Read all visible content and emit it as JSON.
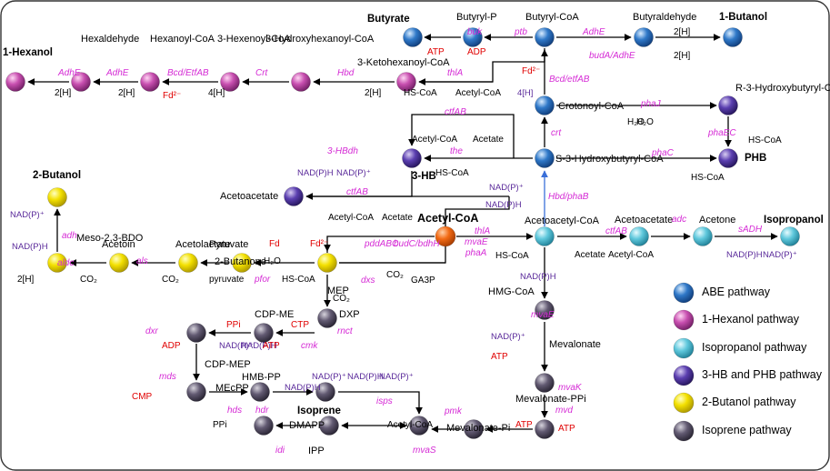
{
  "gradients": {
    "abe": [
      "#d8ecff",
      "#2f78c8",
      "#0f3b78"
    ],
    "hex": [
      "#ffd6f3",
      "#c84fb0",
      "#6e1d62"
    ],
    "iso": [
      "#e6fbff",
      "#5fc8dc",
      "#1d7d94"
    ],
    "hb": [
      "#d7ccf2",
      "#5b3fb0",
      "#241459"
    ],
    "but": [
      "#ffffc2",
      "#f3e000",
      "#a89400"
    ],
    "ip": [
      "#d6d3dc",
      "#625a72",
      "#262230"
    ],
    "ac": [
      "#ffd0a8",
      "#f26a14",
      "#a23a00"
    ]
  },
  "legend": [
    {
      "label": "ABE pathway",
      "color": "abe"
    },
    {
      "label": "1-Hexanol pathway",
      "color": "hex"
    },
    {
      "label": "Isopropanol pathway",
      "color": "iso"
    },
    {
      "label": "3-HB and PHB pathway",
      "color": "hb"
    },
    {
      "label": "2-Butanol pathway",
      "color": "but"
    },
    {
      "label": "Isoprene pathway",
      "color": "ip"
    }
  ],
  "nodes": [
    {
      "name": "butyrate",
      "color": "abe"
    },
    {
      "name": "butyryl-p",
      "color": "abe"
    },
    {
      "name": "butyryl-coa",
      "color": "abe"
    },
    {
      "name": "butyraldehyde",
      "color": "abe"
    },
    {
      "name": "1-butanol",
      "color": "abe"
    },
    {
      "name": "crotonoyl-coa",
      "color": "abe"
    },
    {
      "name": "s3hb-coa",
      "color": "abe"
    },
    {
      "name": "3-ketohexanoyl-coa",
      "color": "hex"
    },
    {
      "name": "3-hydroxyhexanoyl-coa",
      "color": "hex"
    },
    {
      "name": "3-hexenoyl-coa",
      "color": "hex"
    },
    {
      "name": "hexanoyl-coa",
      "color": "hex"
    },
    {
      "name": "hexaldehyde",
      "color": "hex"
    },
    {
      "name": "1-hexanol",
      "color": "hex"
    },
    {
      "name": "r3hb-coa",
      "color": "hb"
    },
    {
      "name": "phb",
      "color": "hb"
    },
    {
      "name": "3-hb",
      "color": "hb"
    },
    {
      "name": "acetoacetate-left",
      "color": "hb"
    },
    {
      "name": "acetoacetyl-coa",
      "color": "iso"
    },
    {
      "name": "acetoacetate-right",
      "color": "iso"
    },
    {
      "name": "acetone",
      "color": "iso"
    },
    {
      "name": "isopropanol",
      "color": "iso"
    },
    {
      "name": "acetyl-coa",
      "color": "ac"
    },
    {
      "name": "pyruvate",
      "color": "but"
    },
    {
      "name": "acetolactate",
      "color": "but"
    },
    {
      "name": "acetoin",
      "color": "but"
    },
    {
      "name": "meso-bdo",
      "color": "but"
    },
    {
      "name": "2-butanone",
      "color": "but"
    },
    {
      "name": "2-butanol",
      "color": "but"
    },
    {
      "name": "dxp",
      "color": "ip"
    },
    {
      "name": "mep",
      "color": "ip"
    },
    {
      "name": "cdp-me",
      "color": "ip"
    },
    {
      "name": "cdp-mep",
      "color": "ip"
    },
    {
      "name": "mecpp",
      "color": "ip"
    },
    {
      "name": "hmb-pp",
      "color": "ip"
    },
    {
      "name": "ipp",
      "color": "ip"
    },
    {
      "name": "dmapp",
      "color": "ip"
    },
    {
      "name": "isoprene",
      "color": "ip"
    },
    {
      "name": "hmg-coa",
      "color": "ip"
    },
    {
      "name": "mevalonate",
      "color": "ip"
    },
    {
      "name": "mevalonate-pi",
      "color": "ip"
    },
    {
      "name": "mevalonate-ppi",
      "color": "ip"
    }
  ],
  "labels": [
    {
      "t": "Butyrate",
      "c": "lbl bold"
    },
    {
      "t": "Butyryl-P",
      "c": "lbl"
    },
    {
      "t": "Butyryl-CoA",
      "c": "lbl"
    },
    {
      "t": "Butyraldehyde",
      "c": "lbl"
    },
    {
      "t": "1-Butanol",
      "c": "lbl bold"
    },
    {
      "t": "ptb",
      "c": "lbl enz"
    },
    {
      "t": "buk",
      "c": "lbl enz"
    },
    {
      "t": "ATP",
      "c": "lbl red"
    },
    {
      "t": "ADP",
      "c": "lbl red"
    },
    {
      "t": "AdhE",
      "c": "lbl enz"
    },
    {
      "t": "2[H]",
      "c": "lbl sm"
    },
    {
      "t": "budA/AdhE",
      "c": "lbl enz"
    },
    {
      "t": "2[H]",
      "c": "lbl sm"
    },
    {
      "t": "1-Hexanol",
      "c": "lbl bold"
    },
    {
      "t": "Hexaldehyde",
      "c": "lbl"
    },
    {
      "t": "Hexanoyl-CoA",
      "c": "lbl"
    },
    {
      "t": "3-Hexenoyl-CoA",
      "c": "lbl"
    },
    {
      "t": "3-Hydroxyhexanoyl-CoA",
      "c": "lbl"
    },
    {
      "t": "3-Ketohexanoyl-CoA",
      "c": "lbl"
    },
    {
      "t": "AdhE",
      "c": "lbl enz"
    },
    {
      "t": "AdhE",
      "c": "lbl enz"
    },
    {
      "t": "Bcd/EtfAB",
      "c": "lbl enz"
    },
    {
      "t": "Crt",
      "c": "lbl enz"
    },
    {
      "t": "Hbd",
      "c": "lbl enz"
    },
    {
      "t": "thlA",
      "c": "lbl enz"
    },
    {
      "t": "2[H]",
      "c": "lbl sm"
    },
    {
      "t": "2[H]",
      "c": "lbl sm"
    },
    {
      "t": "Fd²⁻",
      "c": "lbl red"
    },
    {
      "t": "4[H]",
      "c": "lbl sm"
    },
    {
      "t": "2[H]",
      "c": "lbl sm"
    },
    {
      "t": "HS-CoA",
      "c": "lbl sm"
    },
    {
      "t": "Acetyl-CoA",
      "c": "lbl sm"
    },
    {
      "t": "Fd²⁻",
      "c": "lbl red"
    },
    {
      "t": "4[H]",
      "c": "lbl pur"
    },
    {
      "t": "Bcd/etfAB",
      "c": "lbl enz"
    },
    {
      "t": "Crotonoyl-CoA",
      "c": "lbl"
    },
    {
      "t": "H₂O",
      "c": "lbl sm"
    },
    {
      "t": "crt",
      "c": "lbl enz"
    },
    {
      "t": "phaJ",
      "c": "lbl enz"
    },
    {
      "t": "R-3-Hydroxybutyryl-CoA",
      "c": "lbl"
    },
    {
      "t": "H₂O",
      "c": "lbl sm"
    },
    {
      "t": "phaEC",
      "c": "lbl enz"
    },
    {
      "t": "HS-CoA",
      "c": "lbl sm"
    },
    {
      "t": "PHB",
      "c": "lbl bold"
    },
    {
      "t": "S-3-Hydroxybutyryl-CoA",
      "c": "lbl"
    },
    {
      "t": "phaC",
      "c": "lbl enz"
    },
    {
      "t": "HS-CoA",
      "c": "lbl sm"
    },
    {
      "t": "ctfAB",
      "c": "lbl enz"
    },
    {
      "t": "Acetyl-CoA",
      "c": "lbl sm"
    },
    {
      "t": "Acetate",
      "c": "lbl sm"
    },
    {
      "t": "3-HBdh",
      "c": "lbl enz"
    },
    {
      "t": "NAD(P)H",
      "c": "lbl pur"
    },
    {
      "t": "NAD(P)⁺",
      "c": "lbl pur"
    },
    {
      "t": "3-HB",
      "c": "lbl bold"
    },
    {
      "t": "the",
      "c": "lbl enz"
    },
    {
      "t": "HS-CoA",
      "c": "lbl sm"
    },
    {
      "t": "Acetoacetate",
      "c": "lbl"
    },
    {
      "t": "ctfAB",
      "c": "lbl enz"
    },
    {
      "t": "Acetyl-CoA",
      "c": "lbl sm"
    },
    {
      "t": "Acetate",
      "c": "lbl sm"
    },
    {
      "t": "NAD(P)⁺",
      "c": "lbl pur"
    },
    {
      "t": "NAD(P)H",
      "c": "lbl pur"
    },
    {
      "t": "Hbd/phaB",
      "c": "lbl enz"
    },
    {
      "t": "Acetyl-CoA",
      "c": "lbl bold big"
    },
    {
      "t": "thlA",
      "c": "lbl enz"
    },
    {
      "t": "Acetoacetyl-CoA",
      "c": "lbl"
    },
    {
      "t": "mvaE",
      "c": "lbl enz"
    },
    {
      "t": "phaA",
      "c": "lbl enz"
    },
    {
      "t": "HS-CoA",
      "c": "lbl sm"
    },
    {
      "t": "ctfAB",
      "c": "lbl enz"
    },
    {
      "t": "Acetate",
      "c": "lbl sm"
    },
    {
      "t": "Acetyl-CoA",
      "c": "lbl sm"
    },
    {
      "t": "Acetoacetate",
      "c": "lbl"
    },
    {
      "t": "adc",
      "c": "lbl enz"
    },
    {
      "t": "Acetone",
      "c": "lbl"
    },
    {
      "t": "sADH",
      "c": "lbl enz"
    },
    {
      "t": "Isopropanol",
      "c": "lbl bold"
    },
    {
      "t": "NAD(P)H",
      "c": "lbl pur"
    },
    {
      "t": "NAD(P)⁺",
      "c": "lbl pur"
    },
    {
      "t": "2-Butanol",
      "c": "lbl bold"
    },
    {
      "t": "NAD(P)⁺",
      "c": "lbl pur"
    },
    {
      "t": "adh",
      "c": "lbl enz"
    },
    {
      "t": "NAD(P)H",
      "c": "lbl pur"
    },
    {
      "t": "Meso-2,3-BDO",
      "c": "lbl"
    },
    {
      "t": "Acetoin",
      "c": "lbl"
    },
    {
      "t": "Acetolactate",
      "c": "lbl"
    },
    {
      "t": "Pyruvate",
      "c": "lbl"
    },
    {
      "t": "Fd",
      "c": "lbl red"
    },
    {
      "t": "Fd²⁻",
      "c": "lbl red"
    },
    {
      "t": "pddABC",
      "c": "lbl enz"
    },
    {
      "t": "budC/bdhH",
      "c": "lbl enz"
    },
    {
      "t": "aldc",
      "c": "lbl enz"
    },
    {
      "t": "als",
      "c": "lbl enz"
    },
    {
      "t": "2-Butanone",
      "c": "lbl"
    },
    {
      "t": "H₂O",
      "c": "lbl sm"
    },
    {
      "t": "2[H]",
      "c": "lbl sm"
    },
    {
      "t": "CO₂",
      "c": "lbl sm"
    },
    {
      "t": "CO₂",
      "c": "lbl sm"
    },
    {
      "t": "pyruvate",
      "c": "lbl sm"
    },
    {
      "t": "pfor",
      "c": "lbl enz"
    },
    {
      "t": "HS-CoA",
      "c": "lbl sm"
    },
    {
      "t": "CO₂",
      "c": "lbl sm"
    },
    {
      "t": "dxs",
      "c": "lbl enz"
    },
    {
      "t": "GA3P",
      "c": "lbl sm"
    },
    {
      "t": "CO₂",
      "c": "lbl sm"
    },
    {
      "t": "MEP",
      "c": "lbl"
    },
    {
      "t": "DXP",
      "c": "lbl"
    },
    {
      "t": "CDP-ME",
      "c": "lbl"
    },
    {
      "t": "rnct",
      "c": "lbl enz"
    },
    {
      "t": "dxr",
      "c": "lbl enz"
    },
    {
      "t": "PPi",
      "c": "lbl red"
    },
    {
      "t": "CTP",
      "c": "lbl red"
    },
    {
      "t": "NAD(P)⁺",
      "c": "lbl pur"
    },
    {
      "t": "NAD(P)H",
      "c": "lbl pur"
    },
    {
      "t": "ATP",
      "c": "lbl red"
    },
    {
      "t": "cmk",
      "c": "lbl enz"
    },
    {
      "t": "ADP",
      "c": "lbl red"
    },
    {
      "t": "CDP-MEP",
      "c": "lbl"
    },
    {
      "t": "mds",
      "c": "lbl enz"
    },
    {
      "t": "CMP",
      "c": "lbl red"
    },
    {
      "t": "MEcPP",
      "c": "lbl"
    },
    {
      "t": "hds",
      "c": "lbl enz"
    },
    {
      "t": "HMB-PP",
      "c": "lbl"
    },
    {
      "t": "NAD(P)H",
      "c": "lbl pur"
    },
    {
      "t": "NAD(P)⁺",
      "c": "lbl pur"
    },
    {
      "t": "NAD(P)H",
      "c": "lbl pur"
    },
    {
      "t": "NAD(P)⁺",
      "c": "lbl pur"
    },
    {
      "t": "hdr",
      "c": "lbl enz"
    },
    {
      "t": "Isoprene",
      "c": "lbl bold"
    },
    {
      "t": "isps",
      "c": "lbl enz"
    },
    {
      "t": "PPi",
      "c": "lbl sm"
    },
    {
      "t": "DMAPP",
      "c": "lbl"
    },
    {
      "t": "idi",
      "c": "lbl enz"
    },
    {
      "t": "IPP",
      "c": "lbl"
    },
    {
      "t": "Acetyl-CoA",
      "c": "lbl sm"
    },
    {
      "t": "mvaS",
      "c": "lbl enz"
    },
    {
      "t": "HMG-CoA",
      "c": "lbl"
    },
    {
      "t": "NAD(P)H",
      "c": "lbl pur"
    },
    {
      "t": "mvaE",
      "c": "lbl enz"
    },
    {
      "t": "NAD(P)⁺",
      "c": "lbl pur"
    },
    {
      "t": "Mevalonate",
      "c": "lbl"
    },
    {
      "t": "ATP",
      "c": "lbl red"
    },
    {
      "t": "mvaK",
      "c": "lbl enz"
    },
    {
      "t": "Mevalonate-PPi",
      "c": "lbl"
    },
    {
      "t": "mvd",
      "c": "lbl enz"
    },
    {
      "t": "pmk",
      "c": "lbl enz"
    },
    {
      "t": "Mevalonate-Pi",
      "c": "lbl"
    },
    {
      "t": "ATP",
      "c": "lbl red"
    },
    {
      "t": "ATP",
      "c": "lbl red"
    }
  ]
}
